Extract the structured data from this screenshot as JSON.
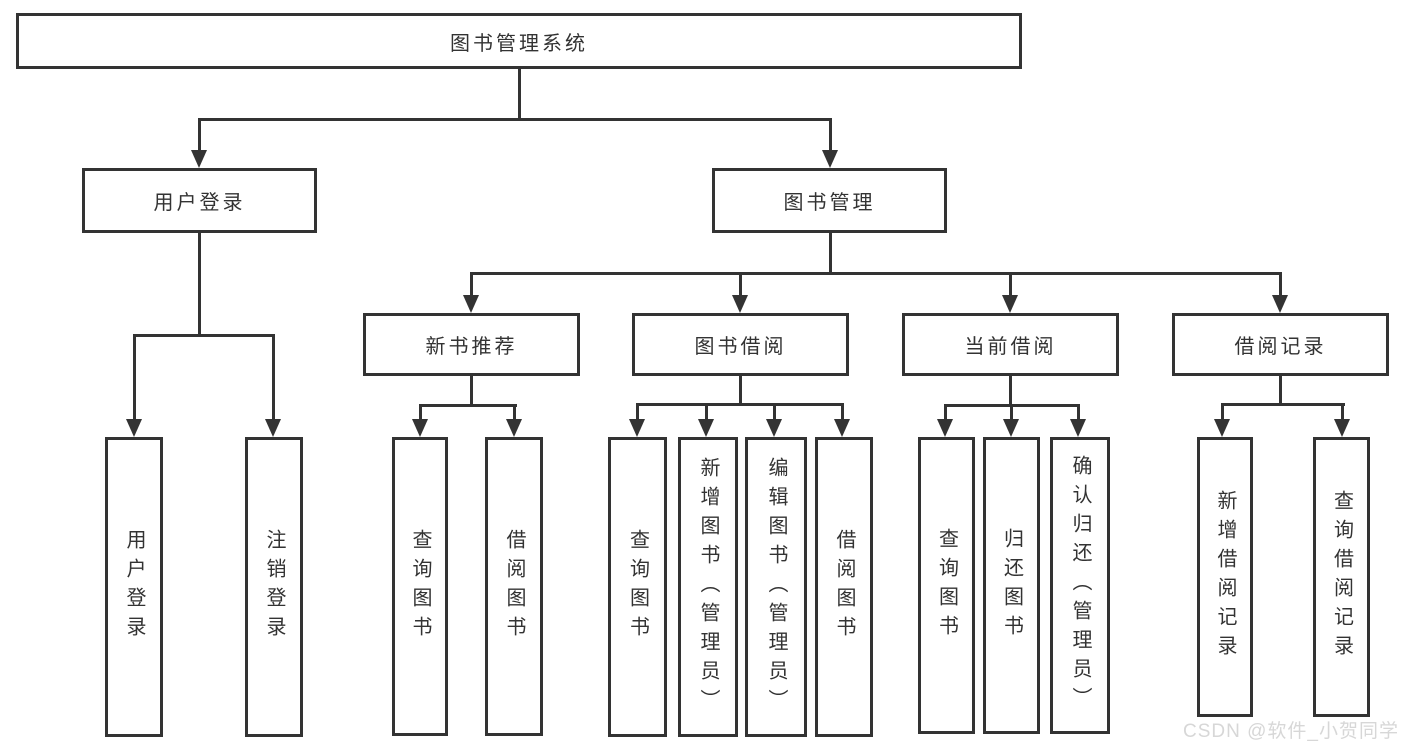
{
  "colors": {
    "line": "#333333",
    "text": "#333333",
    "node_background": "#ffffff",
    "watermark": "#d5d5d5"
  },
  "nodes": {
    "root": "图书管理系统",
    "level2": {
      "user_login": "用户登录",
      "book_management": "图书管理"
    },
    "level3": {
      "new_book_recommend": "新书推荐",
      "book_borrowing": "图书借阅",
      "current_borrowing": "当前借阅",
      "borrowing_records": "借阅记录"
    },
    "leaves": {
      "user_login_login": "用户登录",
      "user_login_logout": "注销登录",
      "recommend_query_books": "查询图书",
      "recommend_borrow_books": "借阅图书",
      "borrowing_query_books": "查询图书",
      "borrowing_add_books_admin": "新增图书（管理员）",
      "borrowing_edit_books_admin": "编辑图书（管理员）",
      "borrowing_borrow_books": "借阅图书",
      "current_query_books": "查询图书",
      "current_return_books": "归还图书",
      "current_confirm_return_admin": "确认归还（管理员）",
      "records_add_record": "新增借阅记录",
      "records_query_record": "查询借阅记录"
    }
  },
  "watermark": {
    "text": "CSDN @软件_小贺同学"
  }
}
